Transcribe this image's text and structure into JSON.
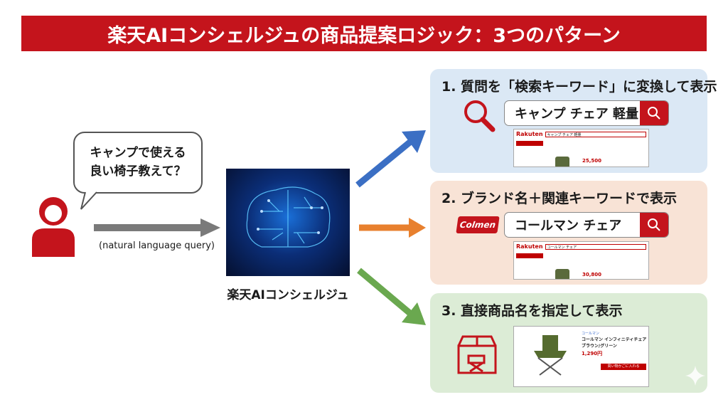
{
  "title": "楽天AIコンシェルジュの商品提案ロジック：3つのパターン",
  "user": {
    "question_line1": "キャンプで使える",
    "question_line2": "良い椅子教えて？",
    "query_note": "(natural language query)",
    "icon": "person-icon"
  },
  "ai": {
    "label": "楽天AIコンシェルジュ",
    "icon": "brain-circuit-icon"
  },
  "colors": {
    "accent": "#c4141c",
    "blue": "#3b6fc4",
    "orange": "#e8802e",
    "green": "#6aa84f"
  },
  "patterns": [
    {
      "title": "1. 質問を「検索キーワード」に変換して表示",
      "query": "キャンプ チェア 軽量",
      "icon": "magnifier-icon",
      "screenshot": {
        "logo": "Rakuten",
        "search": "キャンプ チェア 軽量",
        "price": "25,500"
      }
    },
    {
      "title": "2. ブランド名＋関連キーワードで表示",
      "query": "コールマン チェア",
      "brand": "Colmen",
      "screenshot": {
        "logo": "Rakuten",
        "search": "コールマン チェア",
        "price": "30,800"
      }
    },
    {
      "title": "3. 直接商品名を指定して表示",
      "icon": "box-chair-icon",
      "screenshot": {
        "brand": "コールマン",
        "product": "コールマン インフィニティチェア ブラウン/グリーン",
        "price": "1,290円",
        "cart": "買い物かごに入れる"
      }
    }
  ]
}
